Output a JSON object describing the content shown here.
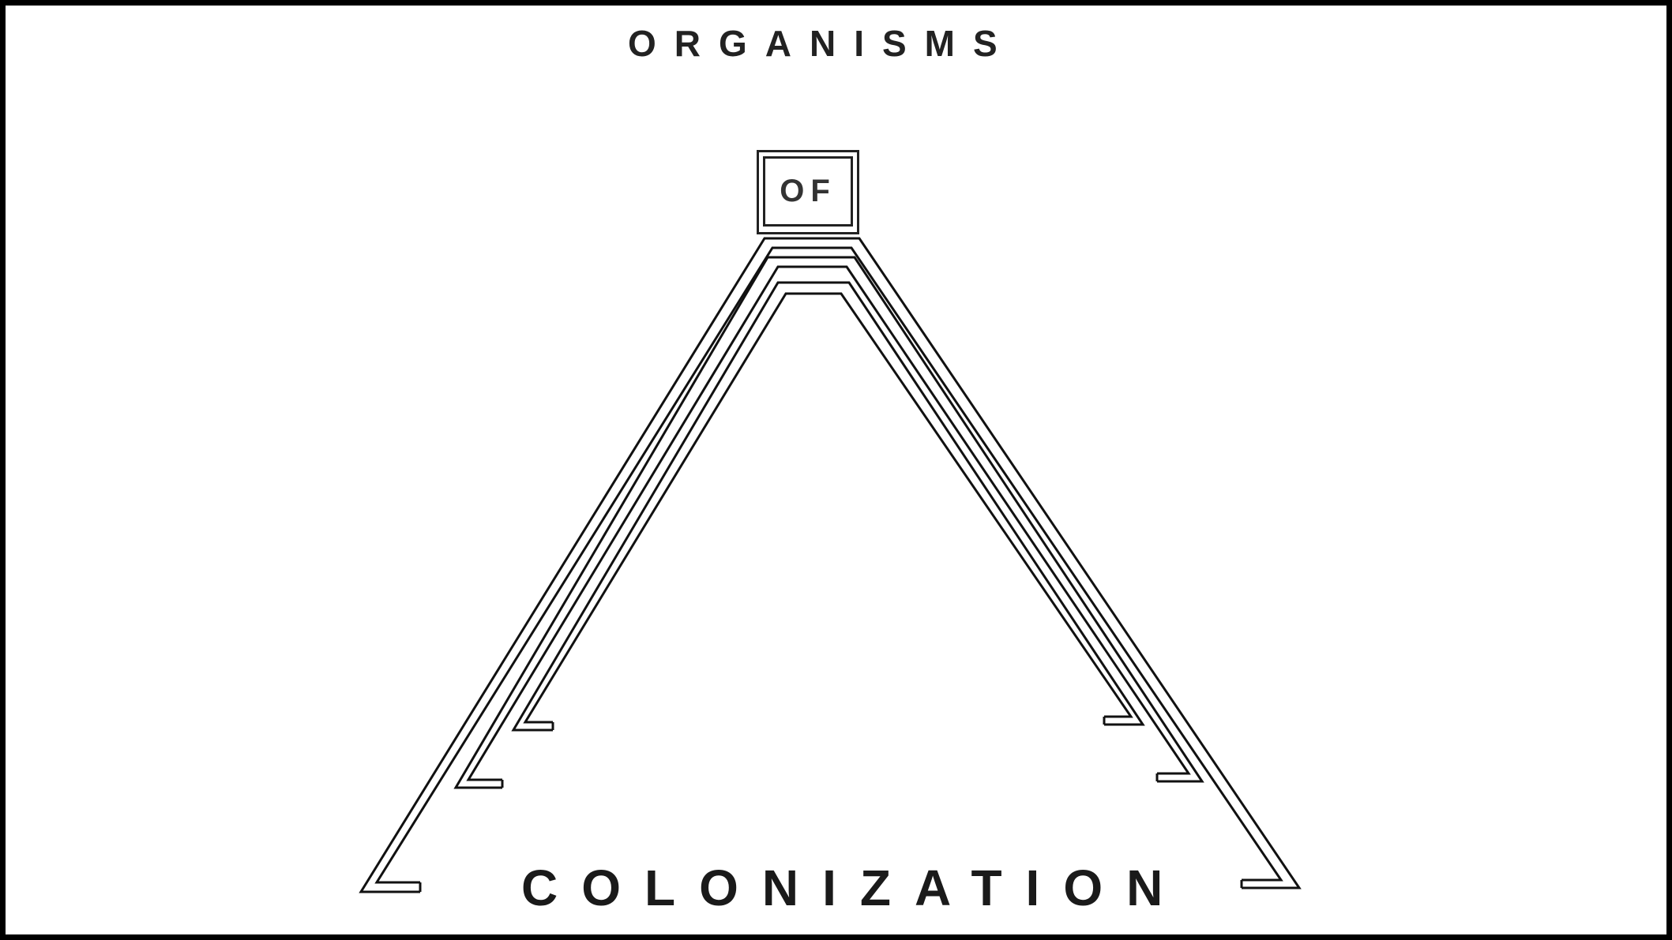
{
  "title_top": "ORGANISMS",
  "title_middle": "OF",
  "title_bottom": "COLONIZATION"
}
